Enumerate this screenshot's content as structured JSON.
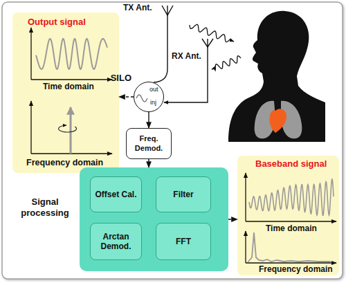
{
  "diagram": {
    "nodes": [
      {
        "text": [
          "Output signal"
        ]
      },
      {
        "text": [
          "SILO",
          "out",
          "inj"
        ]
      },
      {
        "text": [
          "Freq. Demod."
        ]
      },
      {
        "text": [
          "Signal processing"
        ]
      },
      {
        "text": [
          "Offset Cal."
        ],
        "in": 3
      },
      {
        "text": [
          "Filter"
        ],
        "in": 3
      },
      {
        "text": [
          "Arctan Demod."
        ],
        "in": 3
      },
      {
        "text": [
          "FFT"
        ],
        "in": 3
      },
      {
        "text": [
          "Baseband signal"
        ]
      }
    ],
    "edges": [
      {
        "from": 1,
        "to": 2,
        "arrow": "to"
      },
      {
        "from": 2,
        "to": 3,
        "arrow": "to"
      },
      {
        "from": 1,
        "to": 0,
        "arrow": "to"
      },
      {
        "from": 3,
        "to": 8,
        "arrow": "to"
      }
    ],
    "labels": [
      "TX Ant.",
      "RX Ant.",
      "Time domain",
      "Frequency domain",
      "Time domain",
      "Frequency domain"
    ]
  }
}
